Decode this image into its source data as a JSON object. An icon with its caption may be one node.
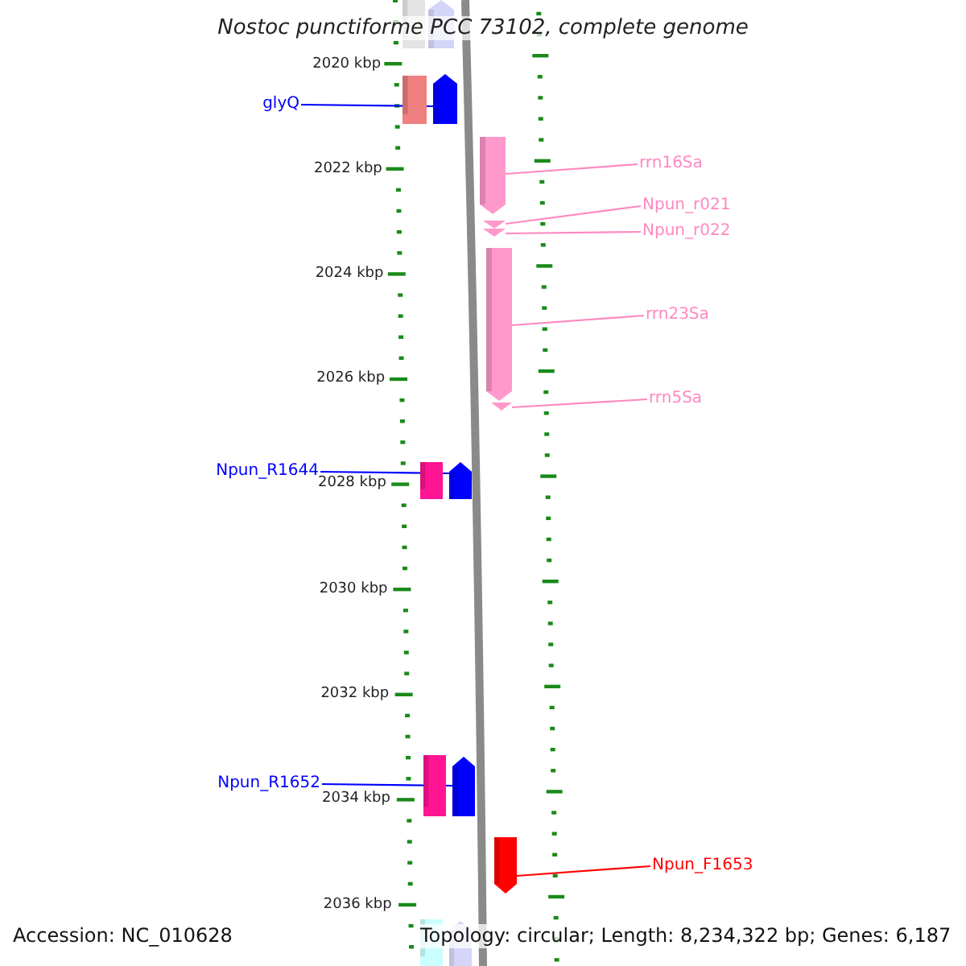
{
  "diagram": {
    "title": "Nostoc punctiforme PCC 73102, complete genome",
    "nodes": [
      {
        "text": [],
        "shape": "bar"
      },
      {
        "text": [],
        "shape": "bar"
      },
      {
        "text": [],
        "shape": "bar"
      },
      {
        "text": [],
        "shape": "bar"
      },
      {
        "text": [
          "glyQ"
        ]
      },
      {
        "text": [],
        "shape": "bar"
      },
      {
        "text": [
          "rrn16Sa"
        ]
      },
      {
        "text": [],
        "shape": "chevron"
      },
      {
        "text": [
          "Npun_r021"
        ]
      },
      {
        "text": [],
        "shape": "chevron"
      },
      {
        "text": [
          "Npun_r022"
        ]
      },
      {
        "text": [],
        "shape": "bar"
      },
      {
        "text": [
          "rrn23Sa"
        ]
      },
      {
        "text": [],
        "shape": "chevron"
      },
      {
        "text": [
          "rrn5Sa"
        ]
      },
      {
        "text": [],
        "shape": "bar"
      },
      {
        "text": [],
        "shape": "bar"
      },
      {
        "text": [
          "Npun_R1644"
        ]
      },
      {
        "text": [],
        "shape": "bar"
      },
      {
        "text": [],
        "shape": "bar"
      },
      {
        "text": [
          "Npun_R1652"
        ]
      },
      {
        "text": [],
        "shape": "bar"
      },
      {
        "text": [
          "Npun_F1653"
        ]
      },
      {
        "text": [],
        "shape": "bar"
      },
      {
        "text": [],
        "shape": "bar"
      }
    ],
    "edges": [
      {
        "from": 4,
        "to": 3,
        "arrow": "none",
        "color": "#0000ff"
      },
      {
        "from": 6,
        "to": 5,
        "arrow": "none"
      },
      {
        "from": 8,
        "to": 7,
        "arrow": "none"
      },
      {
        "from": 10,
        "to": 9,
        "arrow": "none"
      },
      {
        "from": 12,
        "to": 11,
        "arrow": "none"
      },
      {
        "from": 14,
        "to": 13,
        "arrow": "none"
      },
      {
        "from": 17,
        "to": 16,
        "arrow": "none",
        "color": "#0000ff"
      },
      {
        "from": 20,
        "to": 19,
        "arrow": "none",
        "color": "#0000ff"
      },
      {
        "from": 22,
        "to": 21,
        "arrow": "none",
        "color": "#ff0000"
      }
    ],
    "labels": [
      "2020 kbp",
      "2022 kbp",
      "2024 kbp",
      "2026 kbp",
      "2028 kbp",
      "2030 kbp",
      "2032 kbp",
      "2034 kbp",
      "2036 kbp",
      "Accession: NC_010628",
      "Topology: circular; Length: 8,234,322 bp; Genes: 6,187"
    ]
  }
}
